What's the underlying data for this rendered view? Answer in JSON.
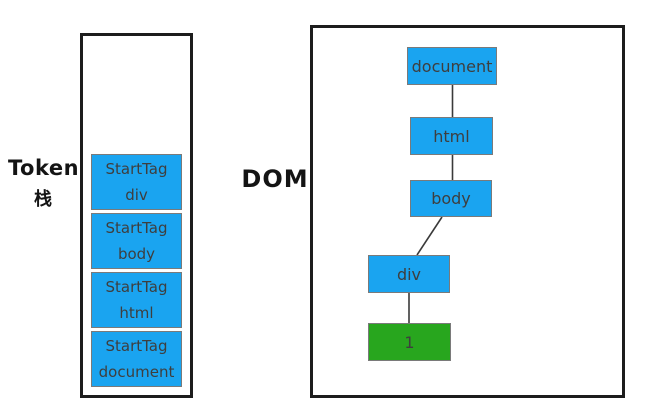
{
  "token_stack": {
    "label_line1": "Token",
    "label_line2": "栈",
    "items": [
      {
        "line1": "StartTag",
        "line2": "div"
      },
      {
        "line1": "StartTag",
        "line2": "body"
      },
      {
        "line1": "StartTag",
        "line2": "html"
      },
      {
        "line1": "StartTag",
        "line2": "document"
      }
    ]
  },
  "dom": {
    "label": "DOM",
    "nodes": [
      {
        "label": "document",
        "type": "element"
      },
      {
        "label": "html",
        "type": "element"
      },
      {
        "label": "body",
        "type": "element"
      },
      {
        "label": "div",
        "type": "element"
      },
      {
        "label": "1",
        "type": "text"
      }
    ],
    "edges": [
      [
        "document",
        "html"
      ],
      [
        "html",
        "body"
      ],
      [
        "body",
        "div"
      ],
      [
        "div",
        "1"
      ]
    ]
  },
  "colors": {
    "node_blue": "#1aa4f0",
    "node_green": "#28a61e",
    "node_border": "#7a7a7a",
    "frame_border": "#1d1d1d",
    "node_text": "#3e3e3e",
    "label_text": "#141414",
    "edge_stroke": "#3a3a3a"
  }
}
